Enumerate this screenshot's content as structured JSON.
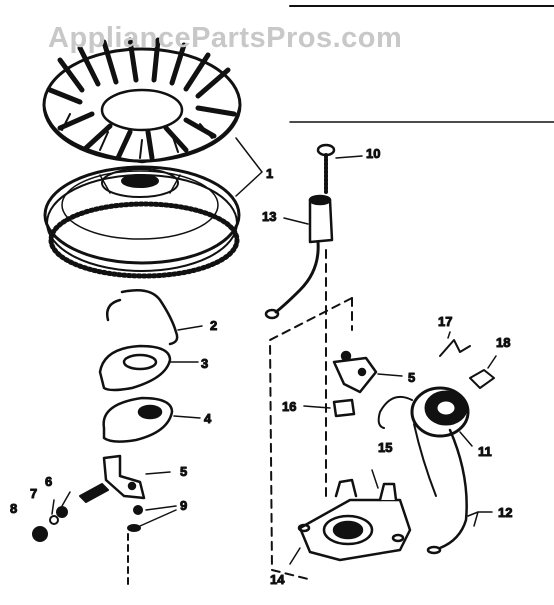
{
  "watermark": "AppliancePartsPros.com",
  "callouts": [
    {
      "id": "1",
      "label": "1"
    },
    {
      "id": "2",
      "label": "2"
    },
    {
      "id": "3",
      "label": "3"
    },
    {
      "id": "4",
      "label": "4"
    },
    {
      "id": "5a",
      "label": "5"
    },
    {
      "id": "5b",
      "label": "5"
    },
    {
      "id": "6",
      "label": "6"
    },
    {
      "id": "7",
      "label": "7"
    },
    {
      "id": "8",
      "label": "8"
    },
    {
      "id": "9",
      "label": "9"
    },
    {
      "id": "10",
      "label": "10"
    },
    {
      "id": "11",
      "label": "11"
    },
    {
      "id": "12",
      "label": "12"
    },
    {
      "id": "13",
      "label": "13"
    },
    {
      "id": "14",
      "label": "14"
    },
    {
      "id": "15",
      "label": "15"
    },
    {
      "id": "16",
      "label": "16"
    },
    {
      "id": "17",
      "label": "17"
    },
    {
      "id": "18",
      "label": "18"
    }
  ]
}
